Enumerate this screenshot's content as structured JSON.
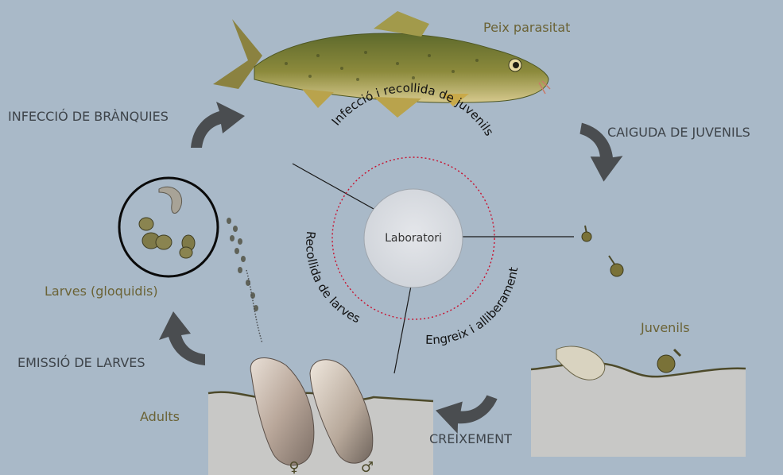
{
  "center": {
    "label": "Laboratori"
  },
  "stage_labels": {
    "fish": "Peix parasitat",
    "juveniles": "Juvenils",
    "adults": "Adults",
    "larvae": "Larves (gloquidis)"
  },
  "process_labels": {
    "gill_infection": "INFECCIÓ DE BRÀNQUIES",
    "juvenile_drop": "CAIGUDA DE JUVENILS",
    "growth": "CREIXEMENT",
    "larvae_emission": "EMISSIÓ DE LARVES"
  },
  "lab_arcs": {
    "top": "Infecció i recollida de juvenils",
    "left": "Recollida de larves",
    "right": "Engreix i alliberament"
  },
  "sex_symbols": {
    "female": "♀",
    "male": "♂"
  },
  "colors": {
    "background": "#a9b9c8",
    "stage_text": "#6b6336",
    "process_text": "#3e444a",
    "arrow": "#4a4d50",
    "lab_ring": "#c8102e",
    "sediment": "#c8c8c6",
    "shoreline": "#4d4a2a"
  },
  "icons": [
    "fish-illustration",
    "juvenile-mussel-icon",
    "larva-icon",
    "adult-mussel-icon",
    "cycle-arrow-icon"
  ]
}
